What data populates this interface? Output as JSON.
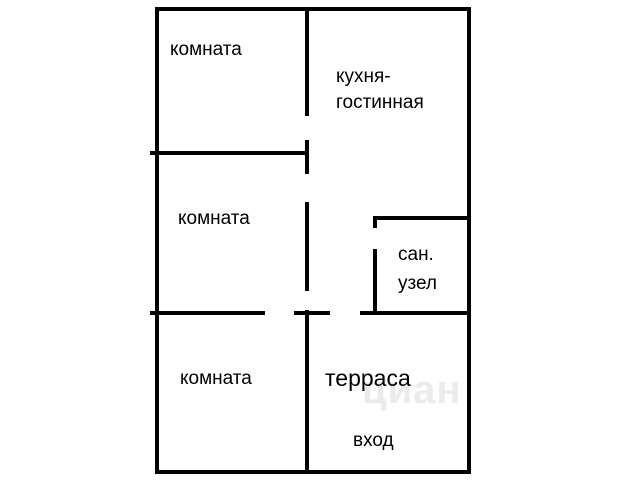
{
  "rooms": [
    {
      "id": "room1",
      "label": "комната"
    },
    {
      "id": "kitchen",
      "label": "кухня-\nгостинная"
    },
    {
      "id": "room2",
      "label": "комната"
    },
    {
      "id": "bathroom",
      "label": "сан.\nузел"
    },
    {
      "id": "room3",
      "label": "комната"
    },
    {
      "id": "terrace",
      "label": "терраса"
    },
    {
      "id": "entrance",
      "label": "вход"
    }
  ],
  "watermark": "циан",
  "colors": {
    "wall": "#000000",
    "background": "#ffffff",
    "watermark": "#c8c8c8"
  }
}
